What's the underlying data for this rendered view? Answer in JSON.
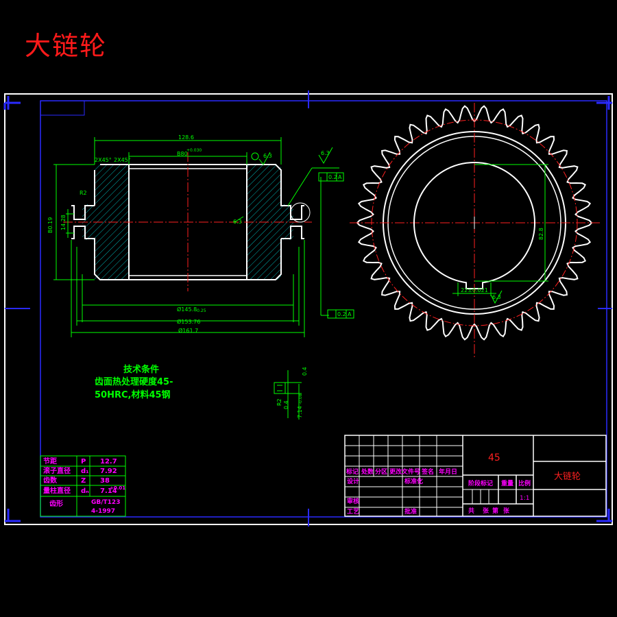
{
  "title": "大链轮",
  "colors": {
    "background": "#000000",
    "frame": "#ffffff",
    "border": "#2020ff",
    "dimension": "#00ff00",
    "centerline": "#ff2020",
    "hatch": "#00c0c0",
    "table_text": "#ff00ff",
    "title_red": "#ff1a1a"
  },
  "technical_requirements": {
    "heading": "技术条件",
    "line1": "齿面热处理硬度45-",
    "line2": "50HRC,材料45钢"
  },
  "dimensions": {
    "overall_width": "128.6",
    "bore_width": "B80",
    "bore_width_tol": "+0.030",
    "chamfer_left": "2X45°",
    "chamfer_right": "2X45°",
    "roughness_top": "6.3",
    "roughness_mid": "6.3",
    "roughness_key": "6.3",
    "height_left": "B0.19",
    "groove_height": "14.28",
    "radius": "R2",
    "dia_1": "Ø145.8",
    "dia_1_tol": "-0.25",
    "dia_2": "Ø153.76",
    "dia_3": "Ø161.7",
    "keyway_width": "22±0.021",
    "keyway_depth": "82.8",
    "runout_1": "0.2",
    "runout_2": "0.2",
    "datum": "A",
    "tooth_d1": "0.4",
    "tooth_d2": "0.4",
    "tooth_w": "7.14",
    "tooth_w_tol": "-0.08",
    "tooth_r": "R2"
  },
  "params_table": {
    "rows": [
      {
        "label": "节距",
        "symbol": "P",
        "value": "12.7"
      },
      {
        "label": "滚子直径",
        "symbol": "d₁",
        "value": "7.92"
      },
      {
        "label": "齿数",
        "symbol": "Z",
        "value": "38"
      },
      {
        "label": "量柱直径",
        "symbol": "dₙ",
        "value": "7.14",
        "value_tol": "+0.01"
      },
      {
        "label": "齿形",
        "symbol": "",
        "value": "GB/T123",
        "value2": "4-1997"
      }
    ]
  },
  "title_block": {
    "material": "45",
    "part_name": "大链轮",
    "row_labels": [
      "标记",
      "处数",
      "分区",
      "更改文件号",
      "签名",
      "年月日"
    ],
    "design": "设计",
    "standardize": "标准化",
    "review": "审核",
    "process": "工艺",
    "approve": "批准",
    "stage_mark": "阶段标记",
    "weight": "重量",
    "scale": "比例",
    "scale_value": "1:1",
    "sheets": "共",
    "sheet_label": "张",
    "page_of": "第",
    "page_label": "张"
  }
}
